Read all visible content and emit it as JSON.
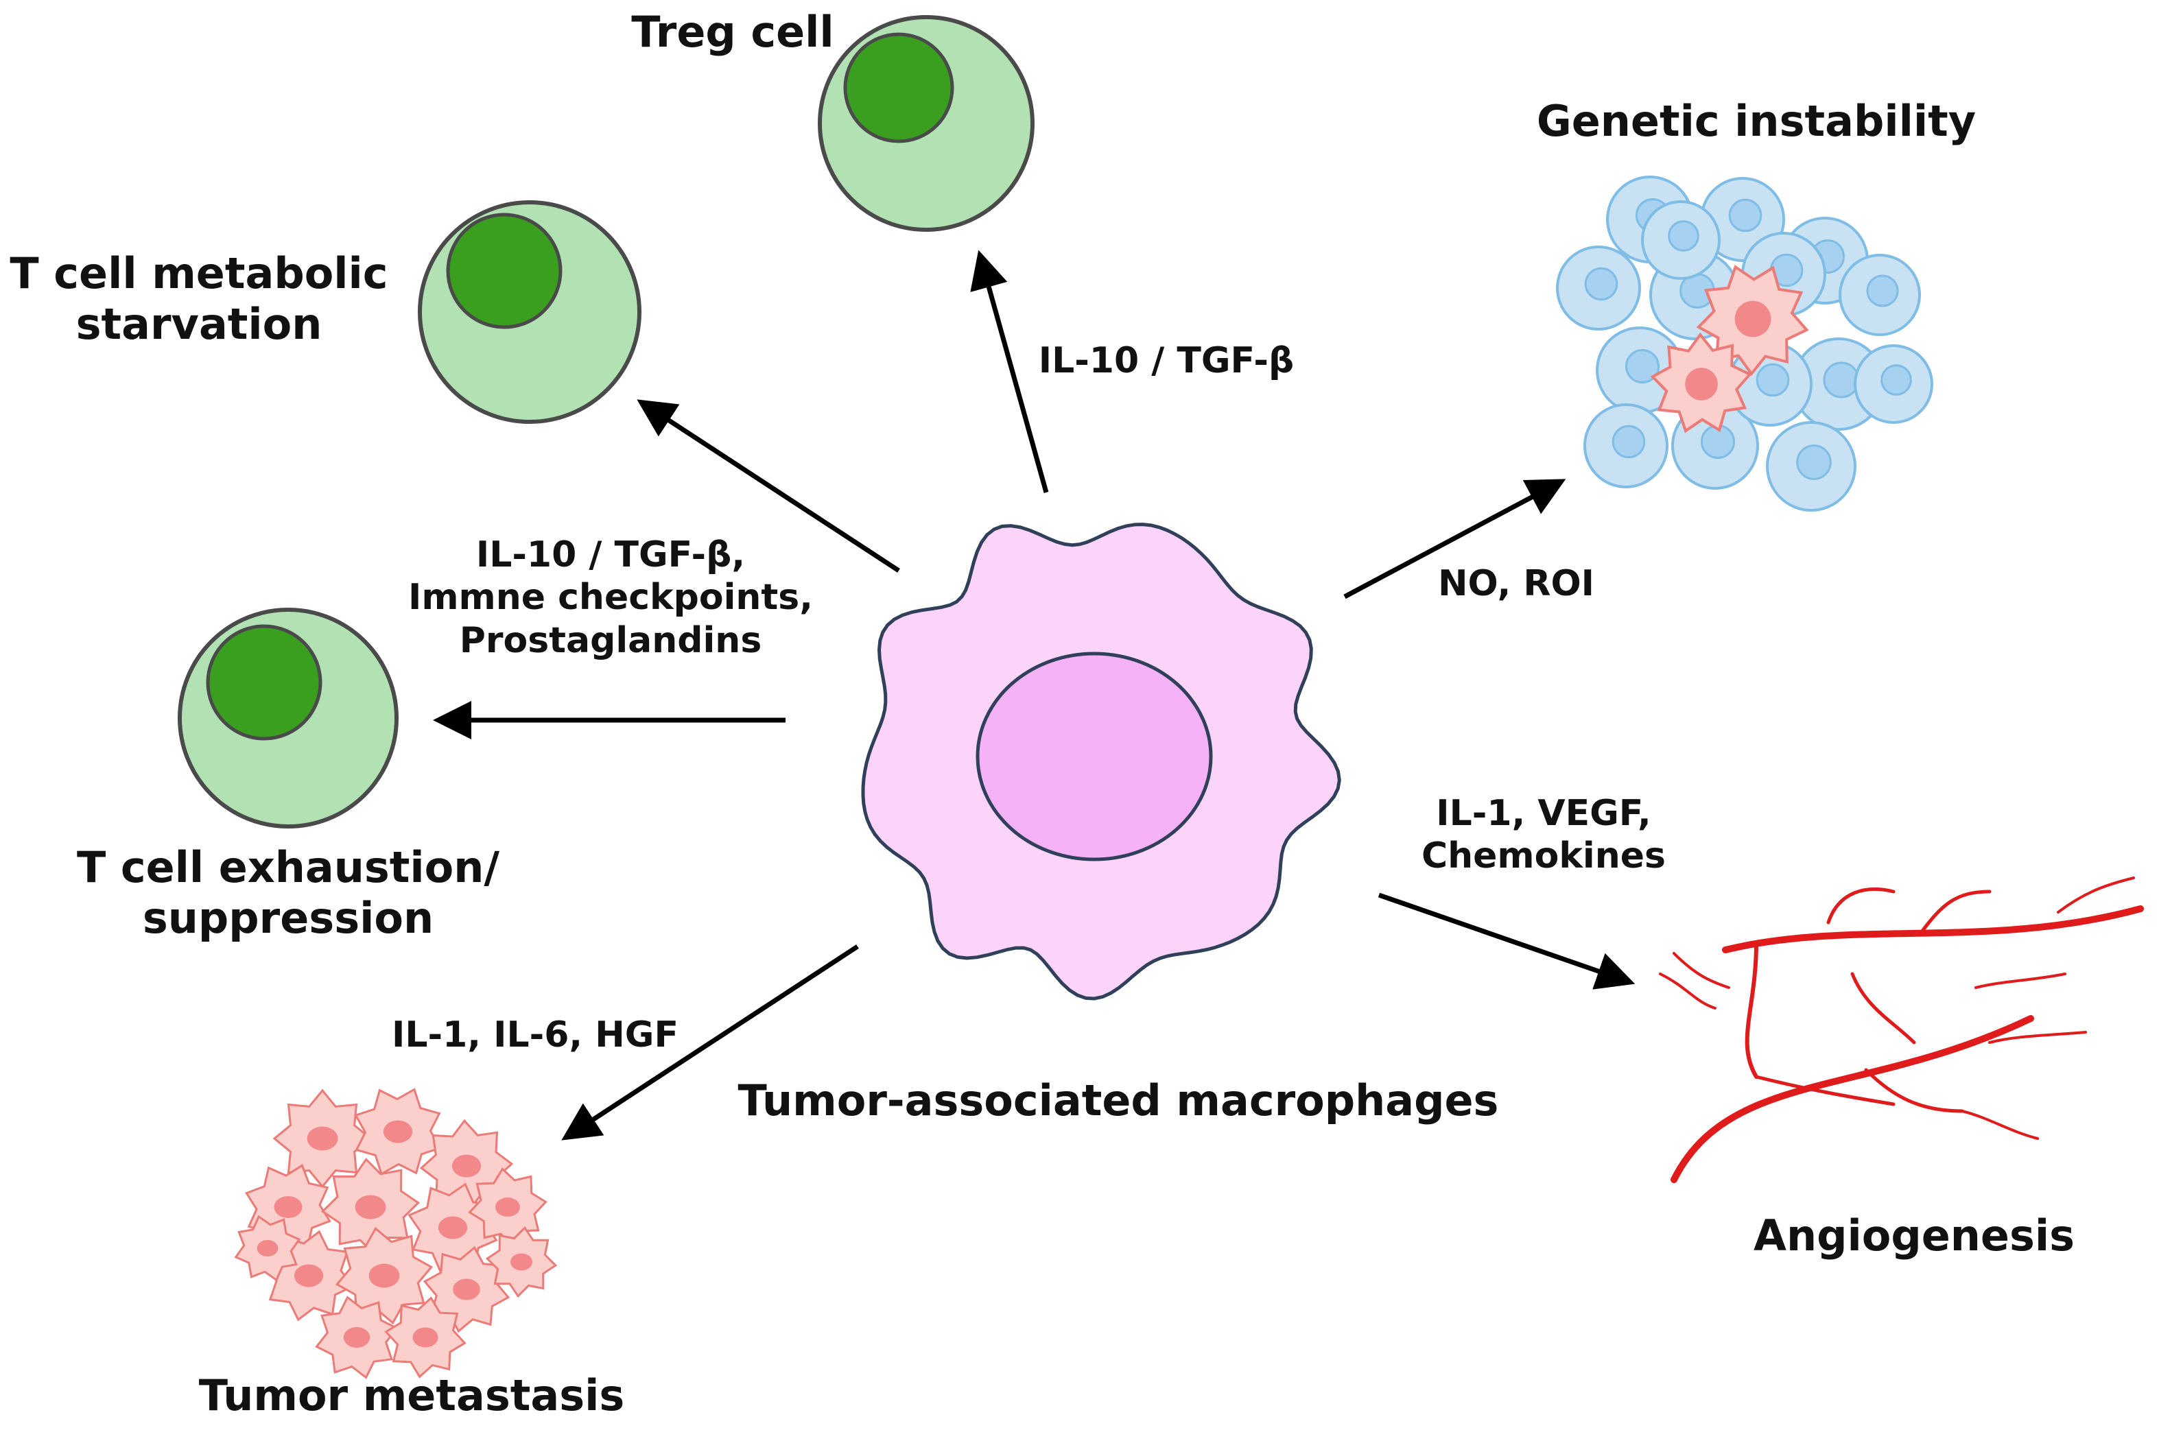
{
  "title": "Tumor-associated macrophages",
  "colors": {
    "macrophage_body": "#fcd4fa",
    "macrophage_nucleus": "#f5b2f7",
    "macrophage_outline": "#30405a",
    "tcell_cytoplasm": "#b2e2b3",
    "tcell_nucleus": "#3a9e1e",
    "tcell_outline": "#4a4a4a",
    "tumor_blue_fill": "#c8e2f4",
    "tumor_blue_outline": "#7fbde6",
    "tumor_red_fill": "#fbd0cc",
    "tumor_red_outline": "#ec7a76",
    "tumor_red_nucleus": "#f2888a",
    "vessel": "#e01b1b",
    "arrow": "#000000"
  },
  "nodes": {
    "treg": {
      "label": "Treg cell"
    },
    "metabolic": {
      "label_lines": [
        "T cell metabolic",
        "starvation"
      ]
    },
    "exhaustion": {
      "label_lines": [
        "T cell exhaustion/",
        "suppression"
      ]
    },
    "genetic": {
      "label": "Genetic instability"
    },
    "angiogenesis": {
      "label": "Angiogenesis"
    },
    "metastasis": {
      "label": "Tumor metastasis"
    }
  },
  "edges": [
    {
      "id": "to-treg",
      "label_lines": [
        "IL-10 / TGF-β"
      ]
    },
    {
      "id": "to-metabolic",
      "label_lines": []
    },
    {
      "id": "to-exhaustion",
      "label_lines": [
        "IL-10 / TGF-β,",
        "Immne checkpoints,",
        "Prostaglandins"
      ]
    },
    {
      "id": "to-genetic",
      "label_lines": [
        "NO, ROI"
      ]
    },
    {
      "id": "to-angiogenesis",
      "label_lines": [
        "IL-1, VEGF,",
        "Chemokines"
      ]
    },
    {
      "id": "to-metastasis",
      "label_lines": [
        "IL-1, IL-6, HGF"
      ]
    }
  ]
}
